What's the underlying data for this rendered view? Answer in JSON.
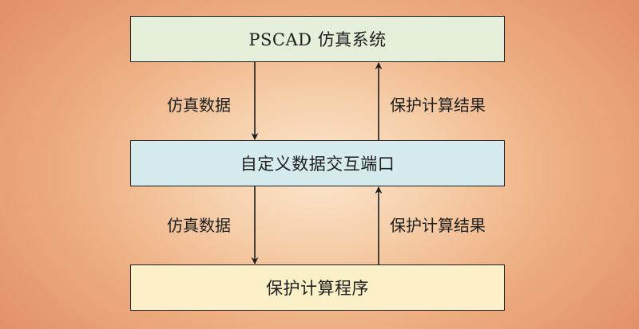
{
  "boxes": {
    "top": "PSCAD 仿真系统",
    "middle": "自定义数据交互端口",
    "bottom": "保护计算程序"
  },
  "arrows": {
    "upper_down_label": "仿真数据",
    "upper_up_label": "保护计算结果",
    "lower_down_label": "仿真数据",
    "lower_up_label": "保护计算结果"
  },
  "colors": {
    "top_box_fill": "#e6efd9",
    "middle_box_fill": "#d5ebee",
    "bottom_box_fill": "#fbf0c7",
    "background": "#eeae82",
    "line": "#1e1e1e"
  }
}
